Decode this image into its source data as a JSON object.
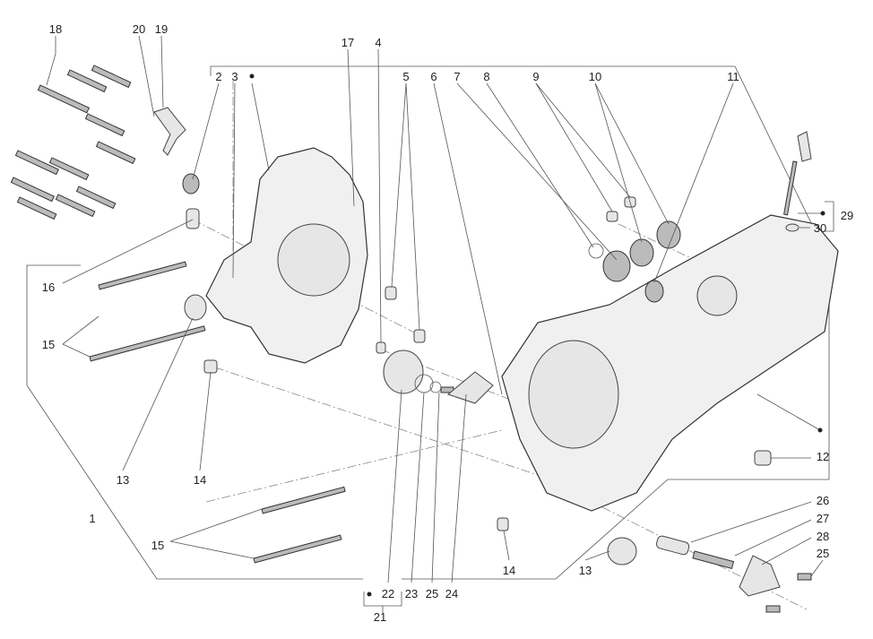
{
  "diagram": {
    "title": "Crankcase exploded view",
    "callouts": {
      "c1": "1",
      "c2": "2",
      "c3": "3",
      "c4": "4",
      "c5": "5",
      "c6": "6",
      "c7": "7",
      "c8": "8",
      "c9": "9",
      "c10": "10",
      "c11": "11",
      "c12": "12",
      "c13a": "13",
      "c13b": "13",
      "c14a": "14",
      "c14b": "14",
      "c15a": "15",
      "c15b": "15",
      "c16": "16",
      "c17": "17",
      "c18": "18",
      "c19": "19",
      "c20": "20",
      "c21": "21",
      "c22": "22",
      "c23": "23",
      "c24": "24",
      "c25a": "25",
      "c25b": "25",
      "c26": "26",
      "c27": "27",
      "c28": "28",
      "c29": "29",
      "c30": "30"
    }
  }
}
